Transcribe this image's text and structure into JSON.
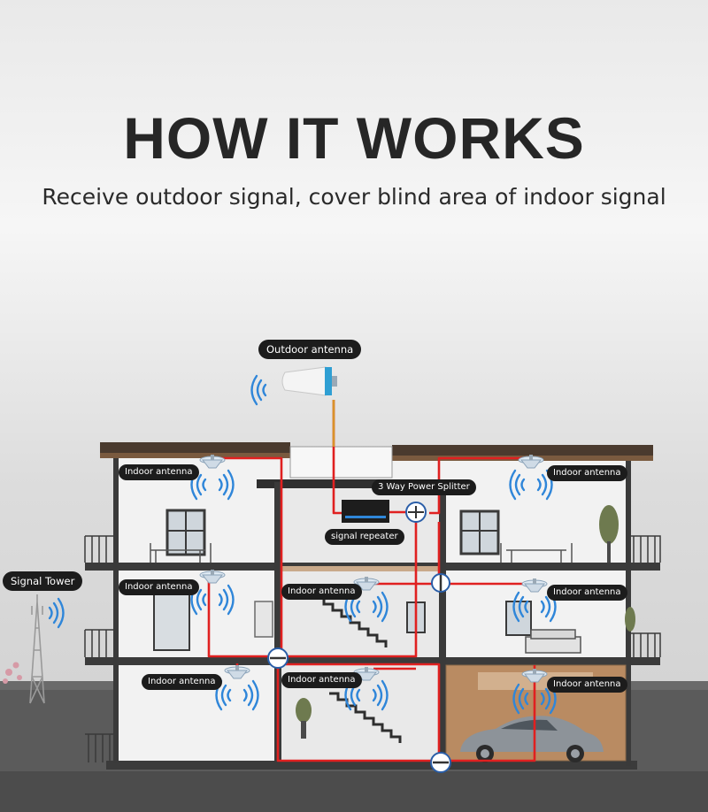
{
  "header": {
    "title": "HOW IT WORKS",
    "subtitle": "Receive outdoor signal, cover blind area of indoor signal"
  },
  "labels": {
    "outdoor_antenna": "Outdoor antenna",
    "signal_tower": "Signal Tower",
    "power_splitter": "3 Way Power Splitter",
    "signal_repeater": "signal repeater",
    "indoor_antenna": "Indoor antenna"
  },
  "colors": {
    "cable": "#e02020",
    "signal_wave": "#2f86d9",
    "wall": "#f1f1f1",
    "frame": "#3a3a3a",
    "ground": "#5a5a5a"
  },
  "icons": {
    "outdoor_antenna": "panel-antenna-icon",
    "indoor_antenna": "ceiling-antenna-icon",
    "splitter": "power-splitter-icon",
    "repeater": "repeater-box-icon",
    "tower": "cell-tower-icon",
    "wave": "signal-wave-icon"
  }
}
